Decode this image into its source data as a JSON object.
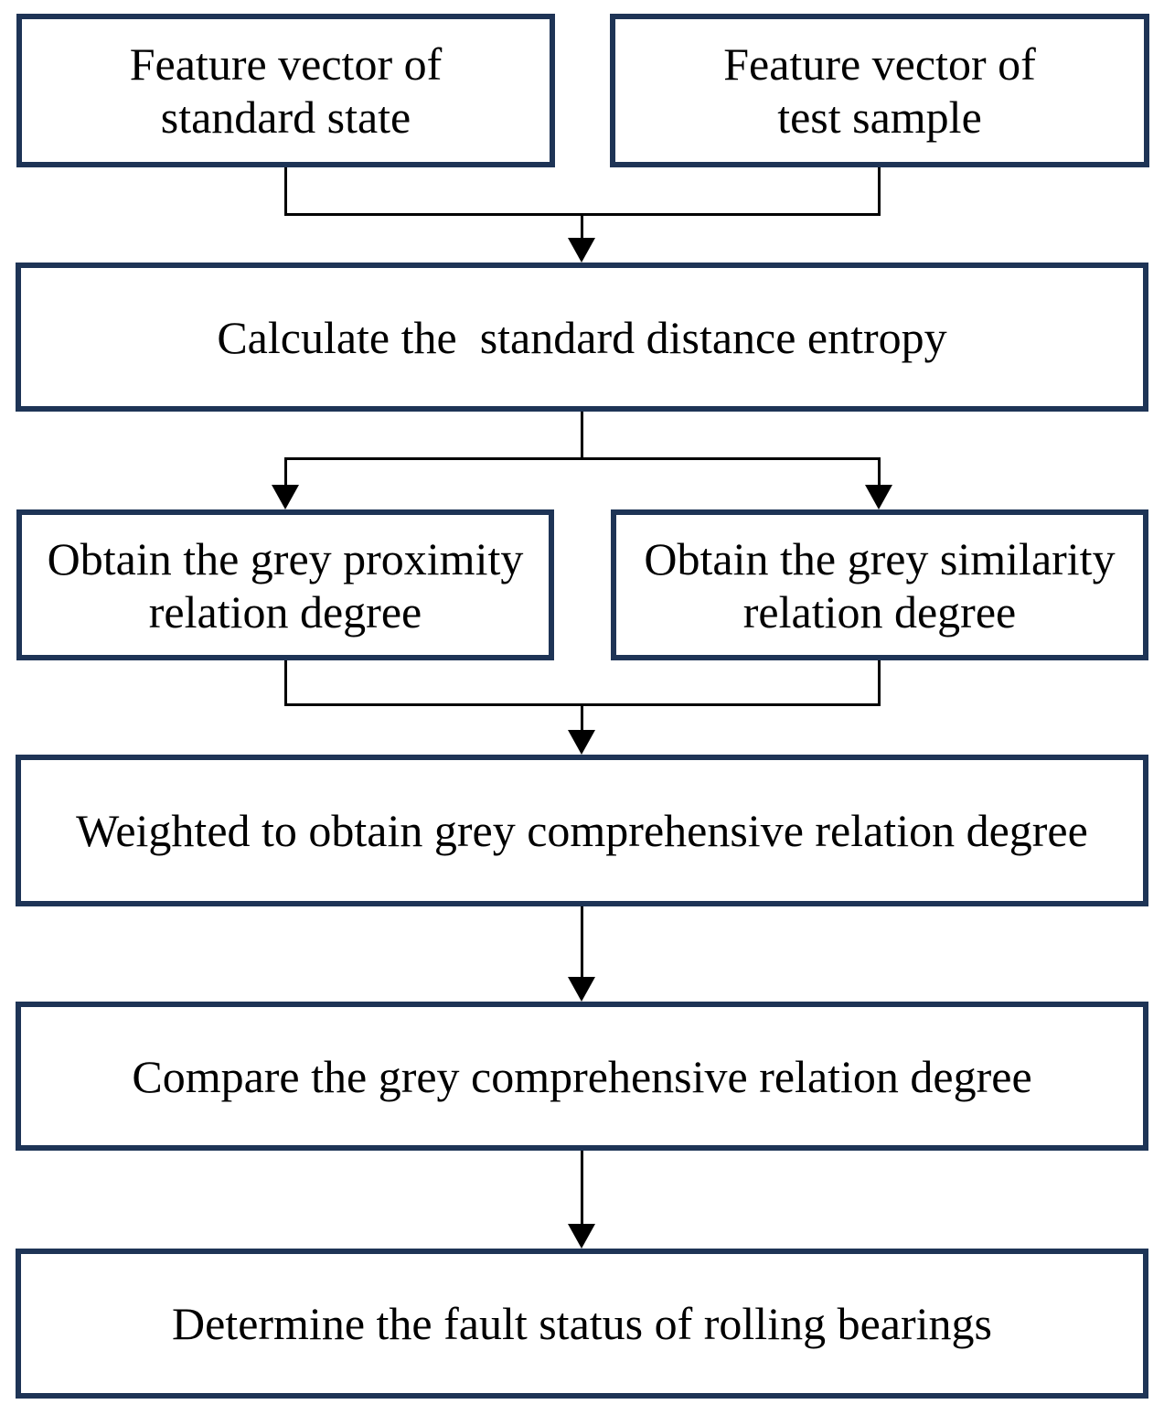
{
  "diagram": {
    "type": "flowchart",
    "colors": {
      "box_border": "#1e3456",
      "line": "#000000",
      "text": "#000000",
      "bg": "#ffffff"
    },
    "nodes": [
      {
        "id": "feature-standard",
        "label": "Feature vector of\nstandard state"
      },
      {
        "id": "feature-test",
        "label": "Feature vector of\ntest sample"
      },
      {
        "id": "entropy",
        "label": "Calculate the  standard distance entropy"
      },
      {
        "id": "proximity",
        "label": "Obtain the grey proximity\nrelation degree"
      },
      {
        "id": "similarity",
        "label": "Obtain the grey similarity\nrelation degree"
      },
      {
        "id": "weighted",
        "label": "Weighted to obtain grey comprehensive relation degree"
      },
      {
        "id": "compare",
        "label": "Compare the grey comprehensive relation degree"
      },
      {
        "id": "determine",
        "label": "Determine the fault status of rolling bearings"
      }
    ],
    "edges": [
      {
        "from": [
          "feature-standard",
          "feature-test"
        ],
        "to": "entropy"
      },
      {
        "from": "entropy",
        "to": [
          "proximity",
          "similarity"
        ]
      },
      {
        "from": [
          "proximity",
          "similarity"
        ],
        "to": "weighted"
      },
      {
        "from": "weighted",
        "to": "compare"
      },
      {
        "from": "compare",
        "to": "determine"
      }
    ]
  }
}
